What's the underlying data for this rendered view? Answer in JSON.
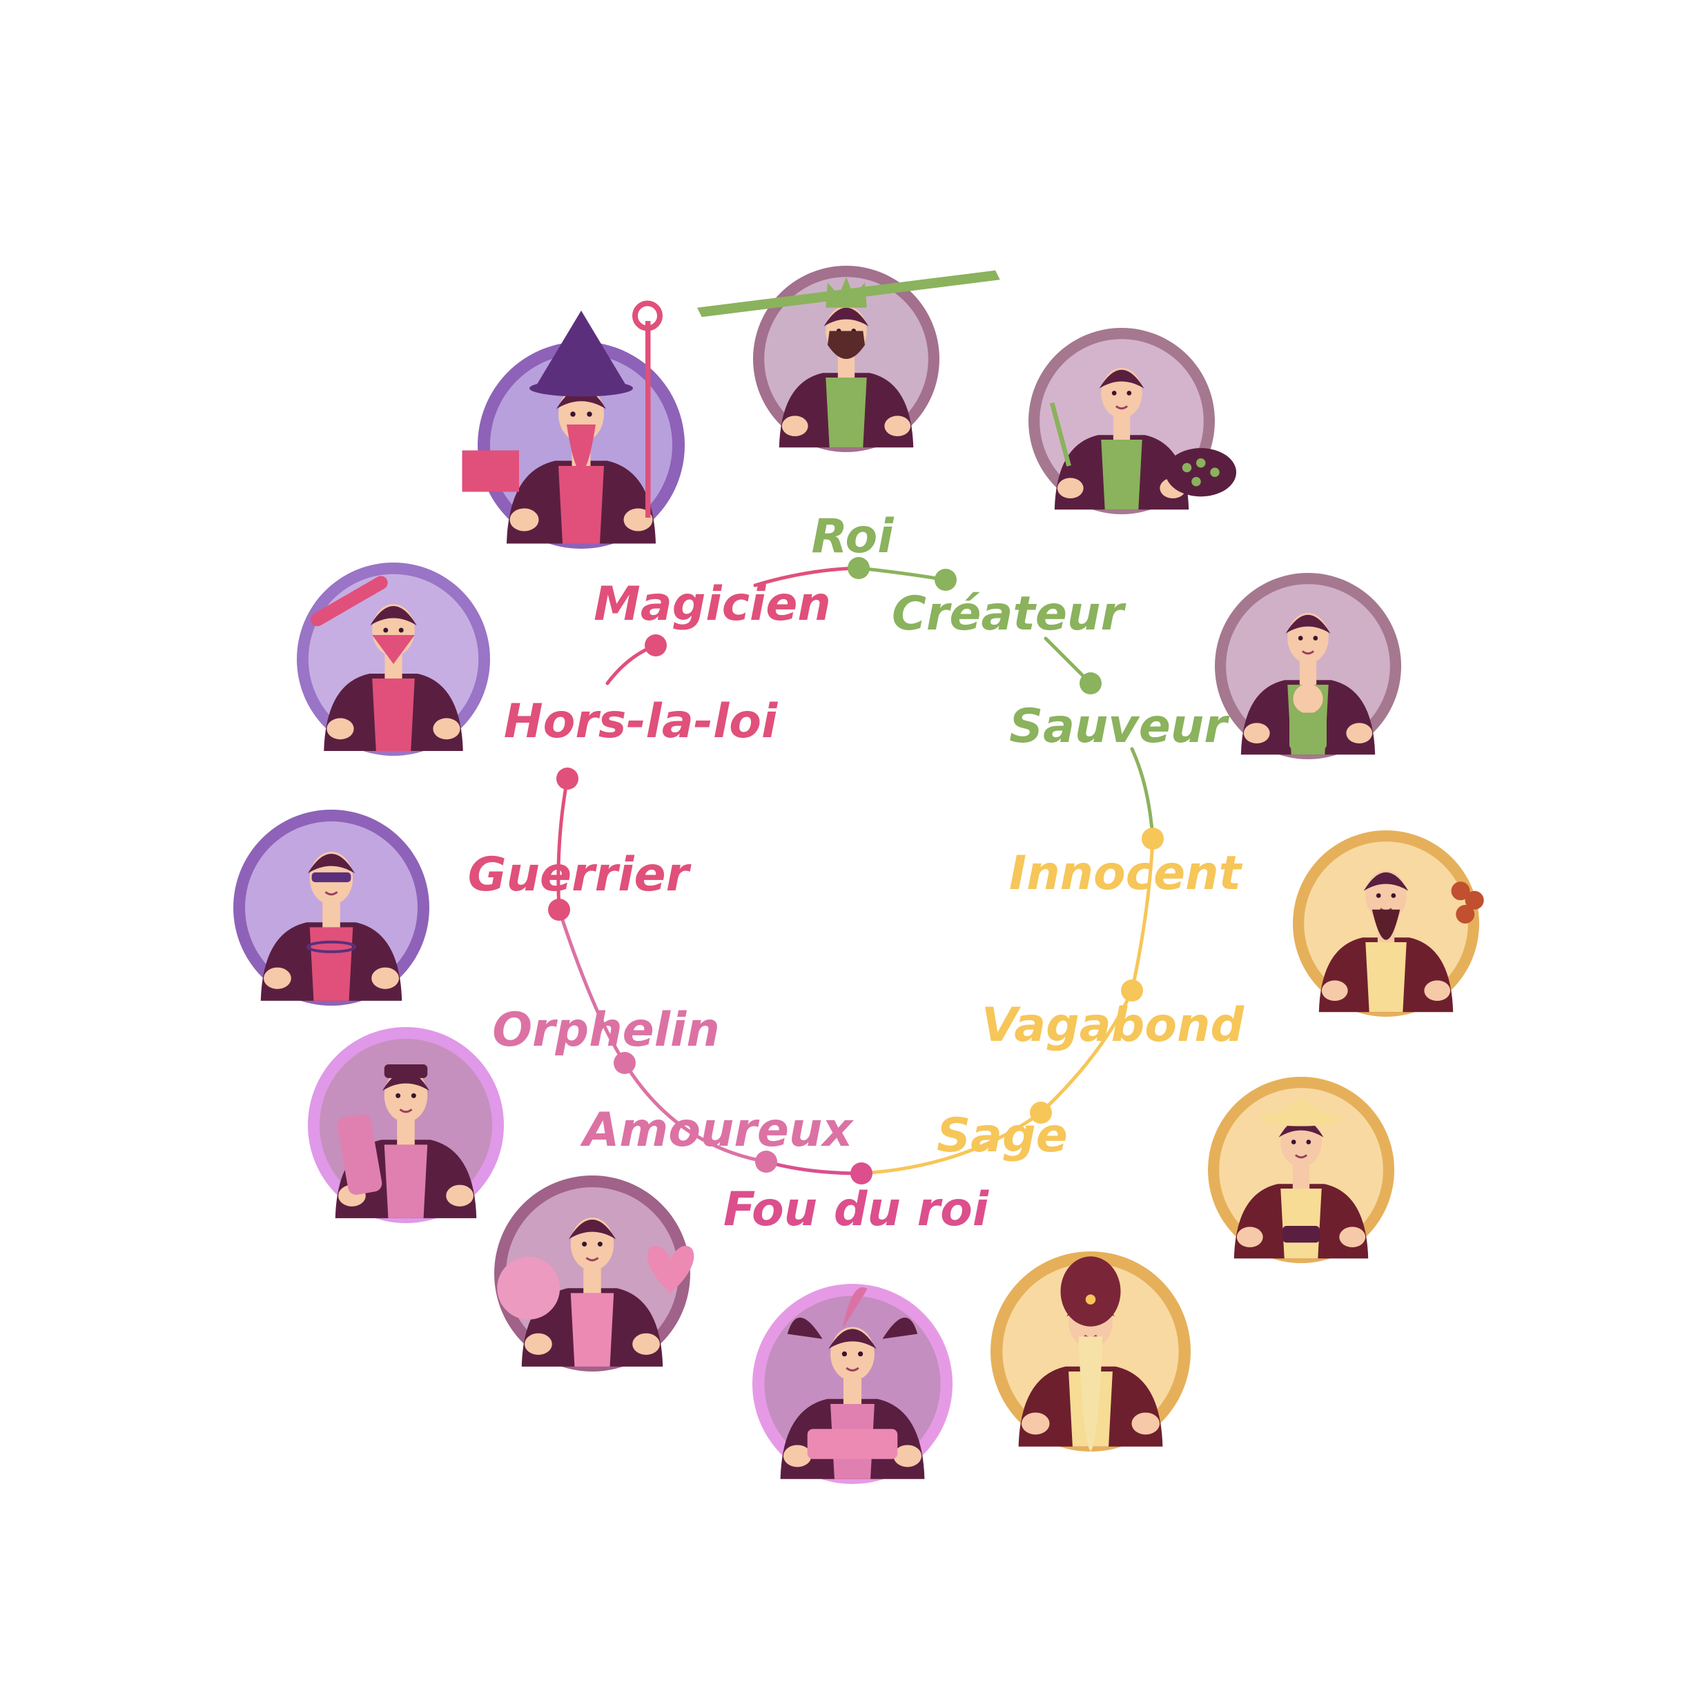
{
  "colors": {
    "green": "#8bb25d",
    "yellow": "#f6c659",
    "red": "#e0507a",
    "pink": "#dc72a4",
    "purple": "#5c2f7c",
    "maroon": "#6e2a4a"
  },
  "archetypes": [
    {
      "id": "roi",
      "label": "Roi",
      "color": "#8bb25d",
      "ring": "#a3708e",
      "disc": "#ccb0c8",
      "figure": "king-figure",
      "accent": "#8bb25d"
    },
    {
      "id": "createur",
      "label": "Créateur",
      "color": "#8bb25d",
      "ring": "#a57890",
      "disc": "#d4b4cc",
      "figure": "painter-figure",
      "accent": "#8bb25d"
    },
    {
      "id": "sauveur",
      "label": "Sauveur",
      "color": "#8bb25d",
      "ring": "#a57890",
      "disc": "#d0b0c6",
      "figure": "caregiver-figure",
      "accent": "#8bb25d"
    },
    {
      "id": "innocent",
      "label": "Innocent",
      "color": "#f6c659",
      "ring": "#e6b05a",
      "disc": "#f8d9a2",
      "figure": "hippie-figure",
      "accent": "#f6dc94"
    },
    {
      "id": "vagabond",
      "label": "Vagabond",
      "color": "#f6c659",
      "ring": "#e6b05a",
      "disc": "#f8d9a2",
      "figure": "explorer-figure",
      "accent": "#f6dc94"
    },
    {
      "id": "sage",
      "label": "Sage",
      "color": "#f6c659",
      "ring": "#e6b05a",
      "disc": "#f8d9a2",
      "figure": "sage-figure",
      "accent": "#f6dc94"
    },
    {
      "id": "fou",
      "label": "Fou du roi",
      "color": "#dc4f8c",
      "ring": "#e69ae6",
      "disc": "#c48ec0",
      "figure": "jester-figure",
      "accent": "#e080b0"
    },
    {
      "id": "amoureux",
      "label": "Amoureux",
      "color": "#dc72a4",
      "ring": "#a06288",
      "disc": "#cca0c0",
      "figure": "lover-figure",
      "accent": "#ec8ab4"
    },
    {
      "id": "orphelin",
      "label": "Orphelin",
      "color": "#dc72a4",
      "ring": "#e098e8",
      "disc": "#c590bd",
      "figure": "orphan-figure",
      "accent": "#e080b0"
    },
    {
      "id": "guerrier",
      "label": "Guerrier",
      "color": "#e0507a",
      "ring": "#8e62b8",
      "disc": "#c2a6e0",
      "figure": "hero-figure",
      "accent": "#e0507a"
    },
    {
      "id": "horslaloi",
      "label": "Hors-la-loi",
      "color": "#e0507a",
      "ring": "#9a74c6",
      "disc": "#c6aee2",
      "figure": "outlaw-figure",
      "accent": "#e0507a"
    },
    {
      "id": "magicien",
      "label": "Magicien",
      "color": "#e0507a",
      "ring": "#8e62b8",
      "disc": "#b8a0dc",
      "figure": "wizard-figure",
      "accent": "#e0507a"
    }
  ]
}
